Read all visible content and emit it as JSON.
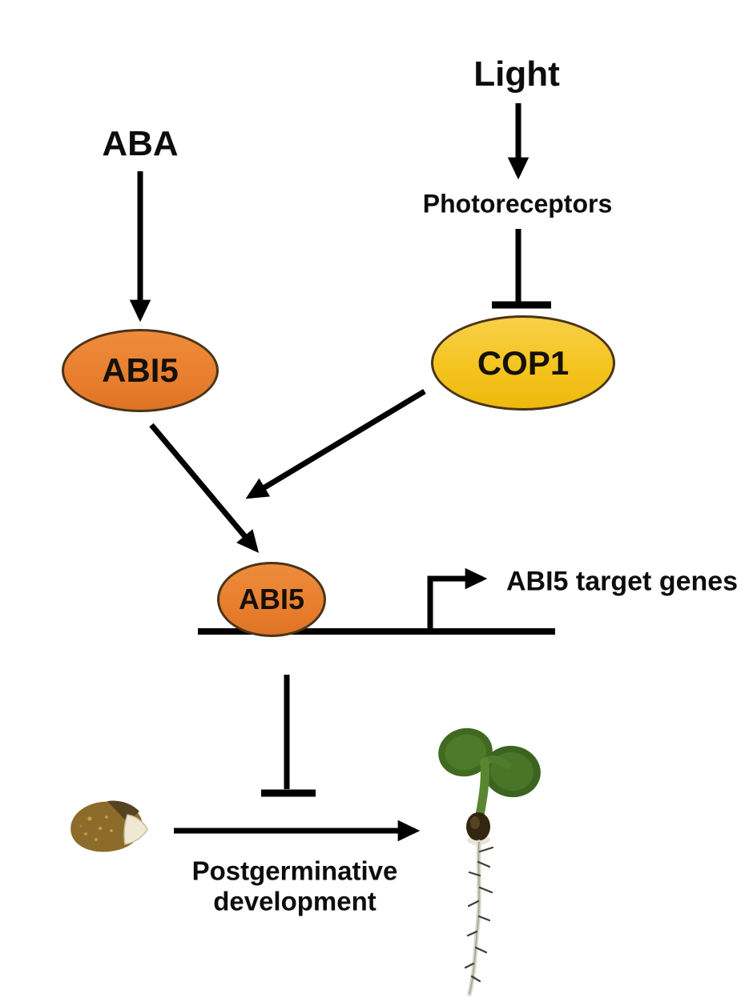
{
  "nodes": {
    "aba": {
      "label": "ABA"
    },
    "light": {
      "label": "Light"
    },
    "photoreceptors": {
      "label": "Photoreceptors"
    },
    "abi5_upper": {
      "label": "ABI5",
      "fill": "#e87e2e",
      "border": "#4a3418"
    },
    "cop1": {
      "label": "COP1",
      "fill": "#f4c41f",
      "border": "#4a3418"
    },
    "abi5_bound": {
      "label": "ABI5",
      "fill": "#e87e2e",
      "border": "#4a3418"
    },
    "target_genes": {
      "label": "ABI5 target genes"
    },
    "process": {
      "label_line1": "Postgerminative",
      "label_line2": "development"
    }
  },
  "images": {
    "seed": {
      "name": "germinating-seed-photo"
    },
    "seedling": {
      "name": "green-seedling-photo"
    }
  },
  "edges": [
    {
      "from": "ABA",
      "to": "ABI5",
      "type": "activation-arrow"
    },
    {
      "from": "Light",
      "to": "Photoreceptors",
      "type": "activation-arrow"
    },
    {
      "from": "Photoreceptors",
      "to": "COP1",
      "type": "inhibition-bar"
    },
    {
      "from": "ABI5",
      "to": "ABI5-on-promoter",
      "type": "activation-arrow"
    },
    {
      "from": "COP1",
      "to": "ABI5-on-promoter",
      "type": "activation-arrow"
    },
    {
      "from": "ABI5-on-promoter",
      "to": "ABI5 target genes",
      "type": "transcription-arrow"
    },
    {
      "from": "ABI5-on-promoter",
      "to": "Postgerminative development",
      "type": "inhibition-bar"
    },
    {
      "from": "seed",
      "to": "seedling",
      "type": "process-arrow",
      "label": "Postgerminative development"
    }
  ],
  "colors": {
    "line": "#000000",
    "orange": "#e87e2e",
    "yellow": "#f4c41f",
    "text": "#0d0d0d",
    "background": "#ffffff"
  }
}
